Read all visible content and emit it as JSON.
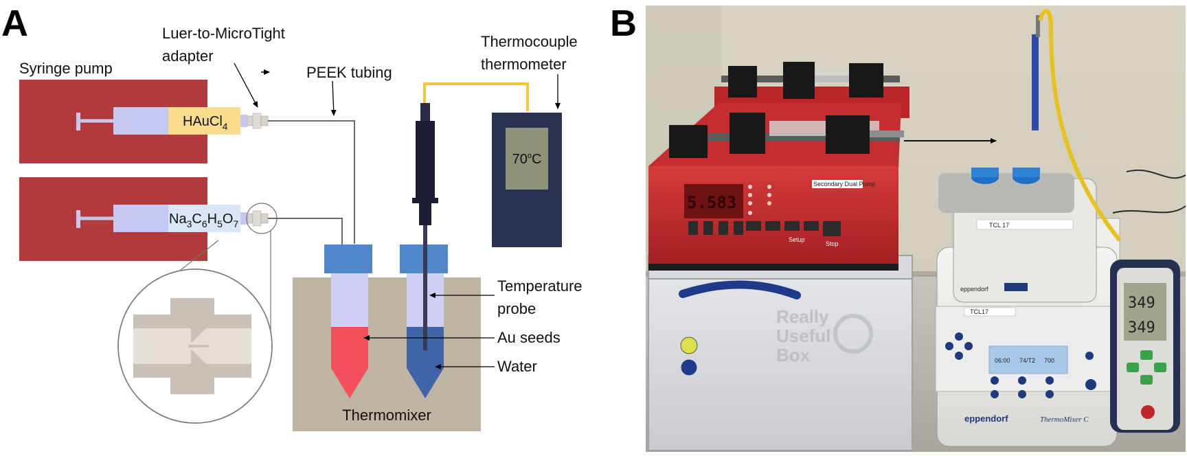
{
  "panel_a": {
    "letter": "A",
    "syringe_pump": "Syringe pump",
    "adapter": "Luer-to-MicroTight\nadapter",
    "tubing": "PEEK tubing",
    "thermometer": "Thermocouple\nthermometer",
    "display": "70",
    "display_unit": "o",
    "display_c": "C",
    "reagent1": {
      "main": "HAuCl",
      "sub": "4"
    },
    "reagent2": [
      {
        "t": "Na",
        "s": "3"
      },
      {
        "t": "C",
        "s": "6"
      },
      {
        "t": "H",
        "s": "5"
      },
      {
        "t": "O",
        "s": "7"
      }
    ],
    "probe": "Temperature\nprobe",
    "seeds": "Au seeds",
    "water": "Water",
    "mixer": "Thermomixer"
  },
  "panel_b": {
    "letter": "B",
    "pump_display": "5.583",
    "pump_label": "Secondary Dual Pump",
    "setup": "Setup",
    "stop": "Stop",
    "box_text": "Really\nUseful\nBox",
    "block_label": "TCL 17",
    "eppendorf_top": "eppendorf",
    "tcl": "TCL17",
    "screen": [
      "06:00",
      "74/T2",
      "700"
    ],
    "brand": "eppendorf",
    "model": "ThermoMixer C",
    "meter": [
      "349",
      "349"
    ]
  },
  "colors": {
    "pump_red": "#b23a3a",
    "syringe": "#c7c8f2",
    "hauc": "#f8dc8c",
    "na": "#d8e6f5",
    "cap": "#4f87c8",
    "tube_top": "#cfd0f4",
    "seeds": "#f2505a",
    "water": "#3f65a8",
    "mixer": "#bfb5a2",
    "meter": "#283352",
    "meter_screen": "#8e9378",
    "cable": "#f0c63a"
  }
}
